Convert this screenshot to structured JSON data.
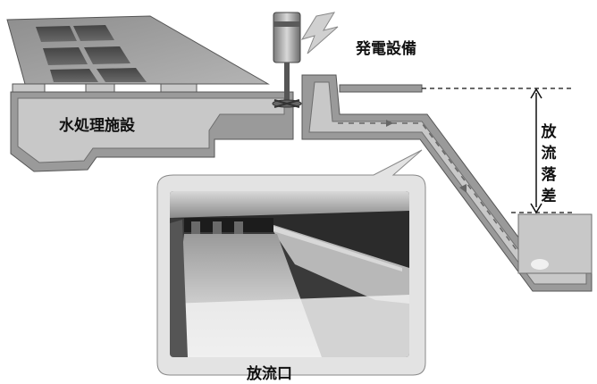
{
  "labels": {
    "facility": "水処理施設",
    "power": "発電設備",
    "drop": "放流落差",
    "outlet": "放流口"
  },
  "colors": {
    "structure": "#9a9a9a",
    "structure_dark": "#6e6e6e",
    "water_channel": "#c8c8c8",
    "lightning": "#d0d0d0",
    "photo_frame": "#e3e3e3",
    "photo_dark": "#2b2b2b",
    "photo_water": "#eeeeee"
  }
}
